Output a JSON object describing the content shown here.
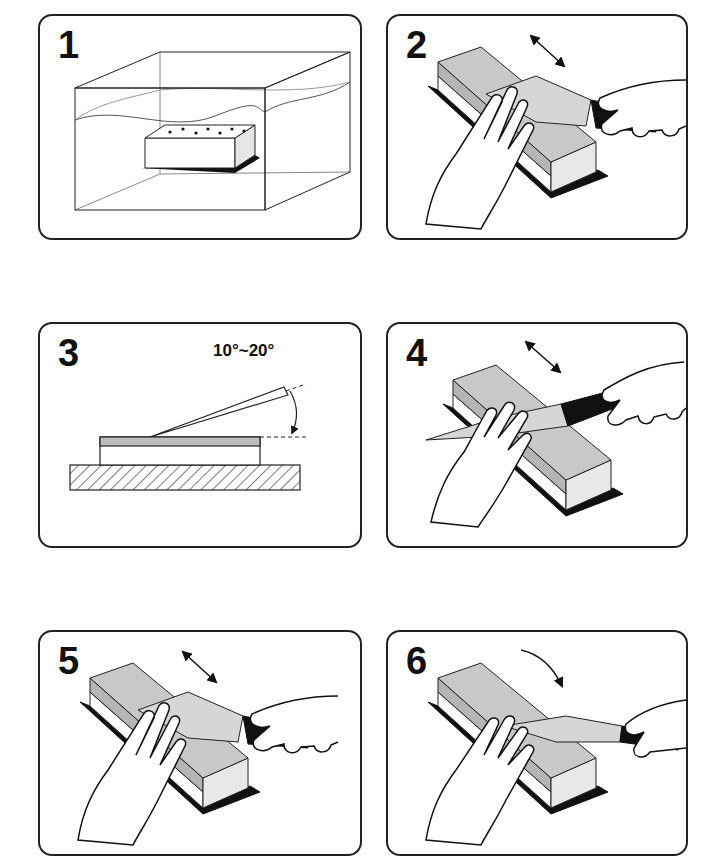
{
  "diagram": {
    "nodes": [
      {
        "text": [
          "1"
        ]
      },
      {
        "text": [
          "2"
        ]
      },
      {
        "text": [
          "3"
        ]
      },
      {
        "text": [
          "4"
        ]
      },
      {
        "text": [
          "5"
        ]
      },
      {
        "text": [
          "6"
        ]
      }
    ],
    "labels": [
      "10°~20°"
    ]
  }
}
